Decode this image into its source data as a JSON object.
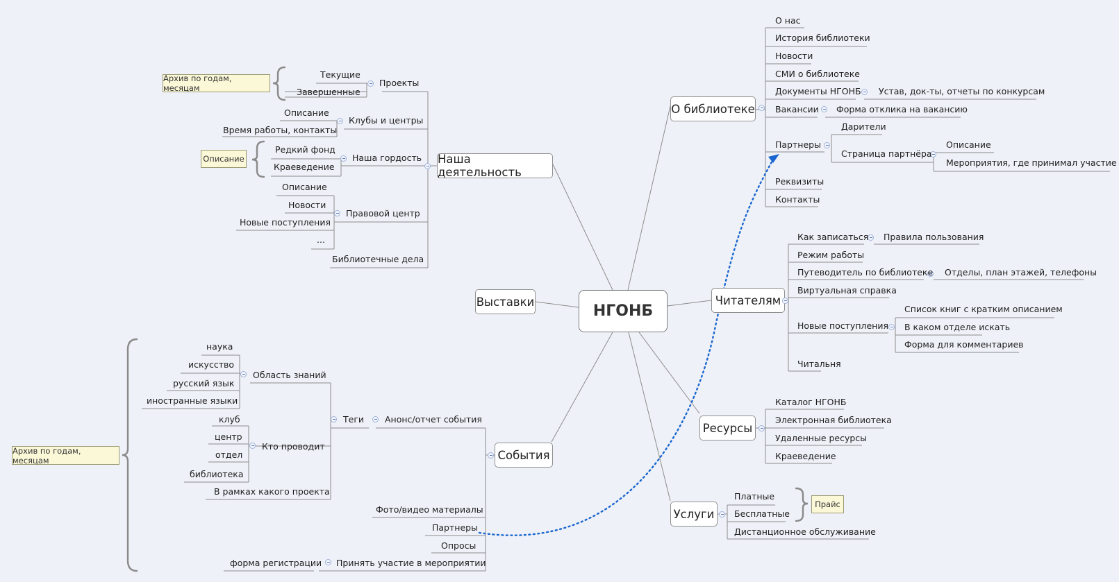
{
  "root": {
    "label": "НГОНБ"
  },
  "branches": {
    "activity": {
      "label": "Наша деятельность"
    },
    "exhibitions": {
      "label": "Выставки"
    },
    "events": {
      "label": "События"
    },
    "about": {
      "label": "О библиотеке"
    },
    "readers": {
      "label": "Читателям"
    },
    "resources": {
      "label": "Ресурсы"
    },
    "services": {
      "label": "Услуги"
    }
  },
  "activity": {
    "projects": "Проекты",
    "current": "Текущие",
    "completed": "Завершенные",
    "archive_note": "Архив по годам, месяцам",
    "clubs": "Клубы и центры",
    "clubs_desc": "Описание",
    "clubs_hours": "Время работы, контакты",
    "pride": "Наша гордость",
    "rare_fund": "Редкий фонд",
    "local_history": "Краеведение",
    "pride_note": "Описание",
    "legal": "Правовой центр",
    "legal_desc": "Описание",
    "legal_news": "Новости",
    "legal_new_arrivals": "Новые поступления",
    "legal_more": "...",
    "library_affairs": "Библиотечные дела"
  },
  "about": {
    "about_us": "О нас",
    "history": "История библиотеки",
    "news": "Новости",
    "media": "СМИ о библиотеке",
    "documents": "Документы НГОНБ",
    "documents_child": "Устав, док-ты, отчеты по конкурсам",
    "vacancies": "Вакансии",
    "vacancies_child": "Форма отклика на вакансию",
    "partners": "Партнеры",
    "donors": "Дарители",
    "partner_page": "Страница партнёра",
    "partner_desc": "Описание",
    "partner_events": "Мероприятия, где принимал участие",
    "requisites": "Реквизиты",
    "contacts": "Контакты"
  },
  "readers": {
    "how_to_join": "Как записаться",
    "rules": "Правила пользования",
    "hours": "Режим работы",
    "guide": "Путеводитель по библиотеке",
    "guide_child": "Отделы, план этажей, телефоны",
    "virtual_help": "Виртуальная справка",
    "new_arrivals": "Новые поступления",
    "book_list": "Список книг с кратким описанием",
    "which_dept": "В каком отделе искать",
    "comments_form": "Форма для комментариев",
    "reading_room": "Читальня"
  },
  "resources": {
    "catalog": "Каталог НГОНБ",
    "e_library": "Электронная библиотека",
    "remote": "Удаленные ресурсы",
    "local_history": "Краеведение"
  },
  "services": {
    "paid": "Платные",
    "free": "Бесплатные",
    "remote_service": "Дистанционное обслуживание",
    "price_note": "Прайс"
  },
  "events": {
    "announce": "Анонс/отчет события",
    "tags": "Теги",
    "field": "Область знаний",
    "science": "наука",
    "art": "искусство",
    "russian": "русский язык",
    "foreign": "иностранные языки",
    "who": "Кто проводит",
    "club": "клуб",
    "center": "центр",
    "dept": "отдел",
    "library": "библиотека",
    "project_frame": "В рамках какого проекта",
    "photo_video": "Фото/видео материалы",
    "partners": "Партнеры",
    "polls": "Опросы",
    "participate": "Принять участие в мероприятии",
    "registration": "форма регистрации",
    "archive_note": "Архив по годам, месяцам"
  },
  "colors": {
    "line": "#8c8c8c",
    "relationship": "#1a66d0",
    "note_bg": "#fbf8d8",
    "background": "#eef1f7"
  }
}
